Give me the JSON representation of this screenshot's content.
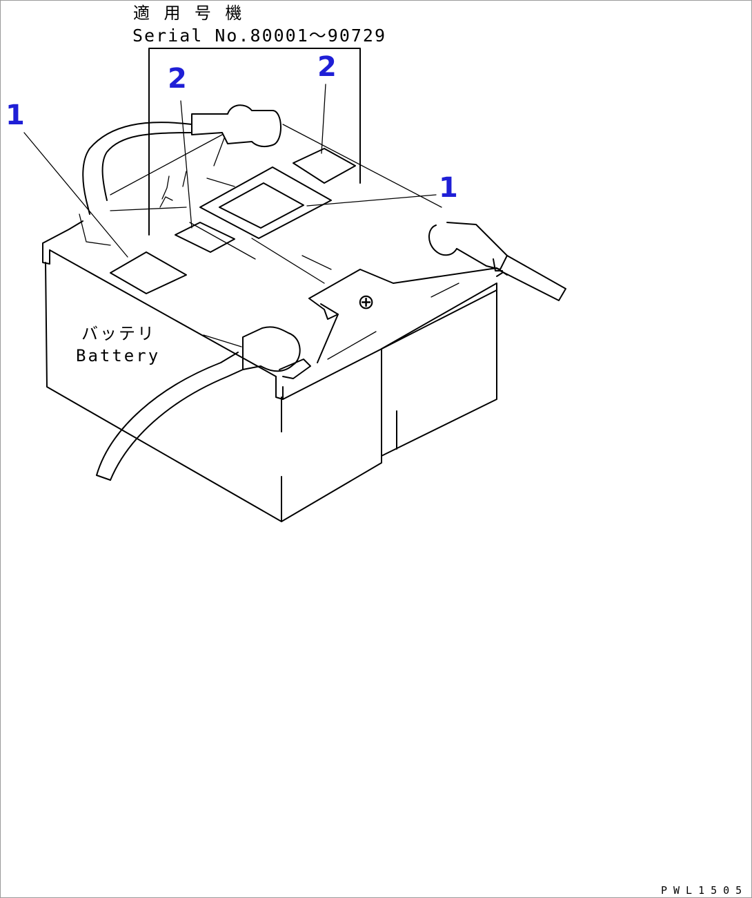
{
  "header": {
    "applicable_label": "適 用 号 機",
    "serial_label": "Serial No.80001～90729"
  },
  "battery": {
    "label_jp": "バッテリ",
    "label_en": "Battery",
    "terminal_symbol": "⊕"
  },
  "callouts": [
    {
      "number": "1"
    },
    {
      "number": "2"
    },
    {
      "number": "2"
    },
    {
      "number": "1"
    }
  ],
  "footer": {
    "drawing_code": "PWL1505"
  },
  "colors": {
    "callout": "#1f1fd6",
    "ink": "#000000",
    "frame": "#9a9a9a"
  }
}
